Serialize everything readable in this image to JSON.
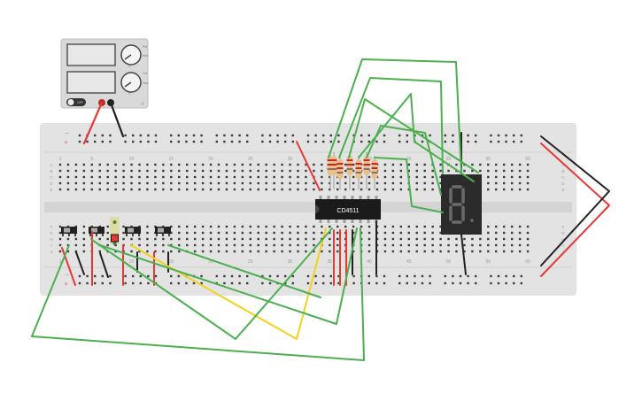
{
  "canvas": {
    "title": "Breadboard circuit simulator",
    "background": "#ffffff"
  },
  "power_supply": {
    "body_color": "#d9d9d9",
    "screen_color": "#e8e8e8",
    "knob1_marks": [
      "Pot",
      "Max",
      "1"
    ],
    "knob2_marks": [
      "Cur",
      "Max",
      "2"
    ],
    "switch_label": "OFF",
    "terminal_pos_color": "#c62828",
    "terminal_neg_color": "#222222"
  },
  "breadboard": {
    "body_color": "#e3e3e3",
    "hole_color": "#3a3a3a",
    "rail_plus_label": "+",
    "rail_minus_label": "−",
    "column_numbers_top": [
      "1",
      "5",
      "10",
      "15",
      "20",
      "25",
      "30",
      "35",
      "40",
      "45",
      "50",
      "55",
      "60"
    ],
    "column_numbers_bottom": [
      "1",
      "5",
      "10",
      "15",
      "20",
      "25",
      "30",
      "35",
      "40",
      "45",
      "50",
      "55",
      "60"
    ],
    "row_letters_top": [
      "A",
      "B",
      "C",
      "D",
      "E"
    ],
    "row_letters_bottom": [
      "F",
      "G",
      "H",
      "I",
      "J"
    ]
  },
  "ic": {
    "label": "CD4511",
    "body_color": "#1b1b1b",
    "text_color": "#ffffff"
  },
  "seven_segment": {
    "digit": "8",
    "body_color": "#2b2b2b",
    "segment_color": "#6b6b6b"
  },
  "resistors": {
    "count": 7,
    "body_color": "#e9c089",
    "band_colors": [
      "#c62828",
      "#c62828",
      "#8d6e63"
    ]
  },
  "switches": {
    "count": 4,
    "color": "#222222"
  },
  "led": {
    "color": "#e53935"
  },
  "wire_colors": {
    "green": "#4caf50",
    "red": "#e53935",
    "black": "#222222",
    "yellow": "#f2d21b"
  }
}
